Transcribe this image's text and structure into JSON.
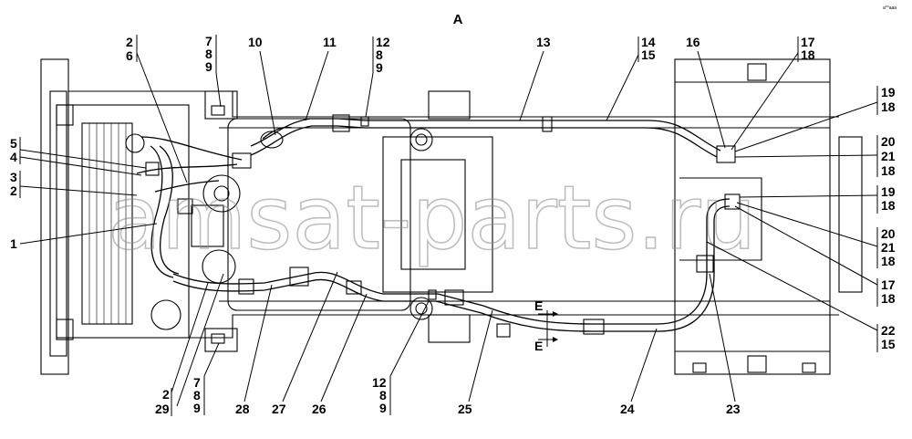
{
  "view_label": "A",
  "corner_mark": "a*°ааа",
  "watermark": "amsat-parts.ru",
  "section_mark": "E",
  "callouts": {
    "top_2_6": [
      "2",
      "6"
    ],
    "top_7_8_9": [
      "7",
      "8",
      "9"
    ],
    "top_10": "10",
    "top_11": "11",
    "top_12_8_9": [
      "12",
      "8",
      "9"
    ],
    "top_13": "13",
    "top_14_15": [
      "14",
      "15"
    ],
    "top_16": "16",
    "top_17_18": [
      "17",
      "18"
    ],
    "right_19_18_a": [
      "19",
      "18"
    ],
    "right_20_21_18_a": [
      "20",
      "21",
      "18"
    ],
    "right_19_18_b": [
      "19",
      "18"
    ],
    "right_20_21_18_b": [
      "20",
      "21",
      "18"
    ],
    "right_17_18": [
      "17",
      "18"
    ],
    "right_22_15": [
      "22",
      "15"
    ],
    "left_5_4": [
      "5",
      "4"
    ],
    "left_3_2": [
      "3",
      "2"
    ],
    "left_1": "1",
    "bottom_2_29": [
      "2",
      "29"
    ],
    "bottom_7_8_9": [
      "7",
      "8",
      "9"
    ],
    "bottom_28": "28",
    "bottom_27": "27",
    "bottom_26": "26",
    "bottom_12_8_9": [
      "12",
      "8",
      "9"
    ],
    "bottom_25": "25",
    "bottom_24": "24",
    "bottom_23": "23"
  }
}
